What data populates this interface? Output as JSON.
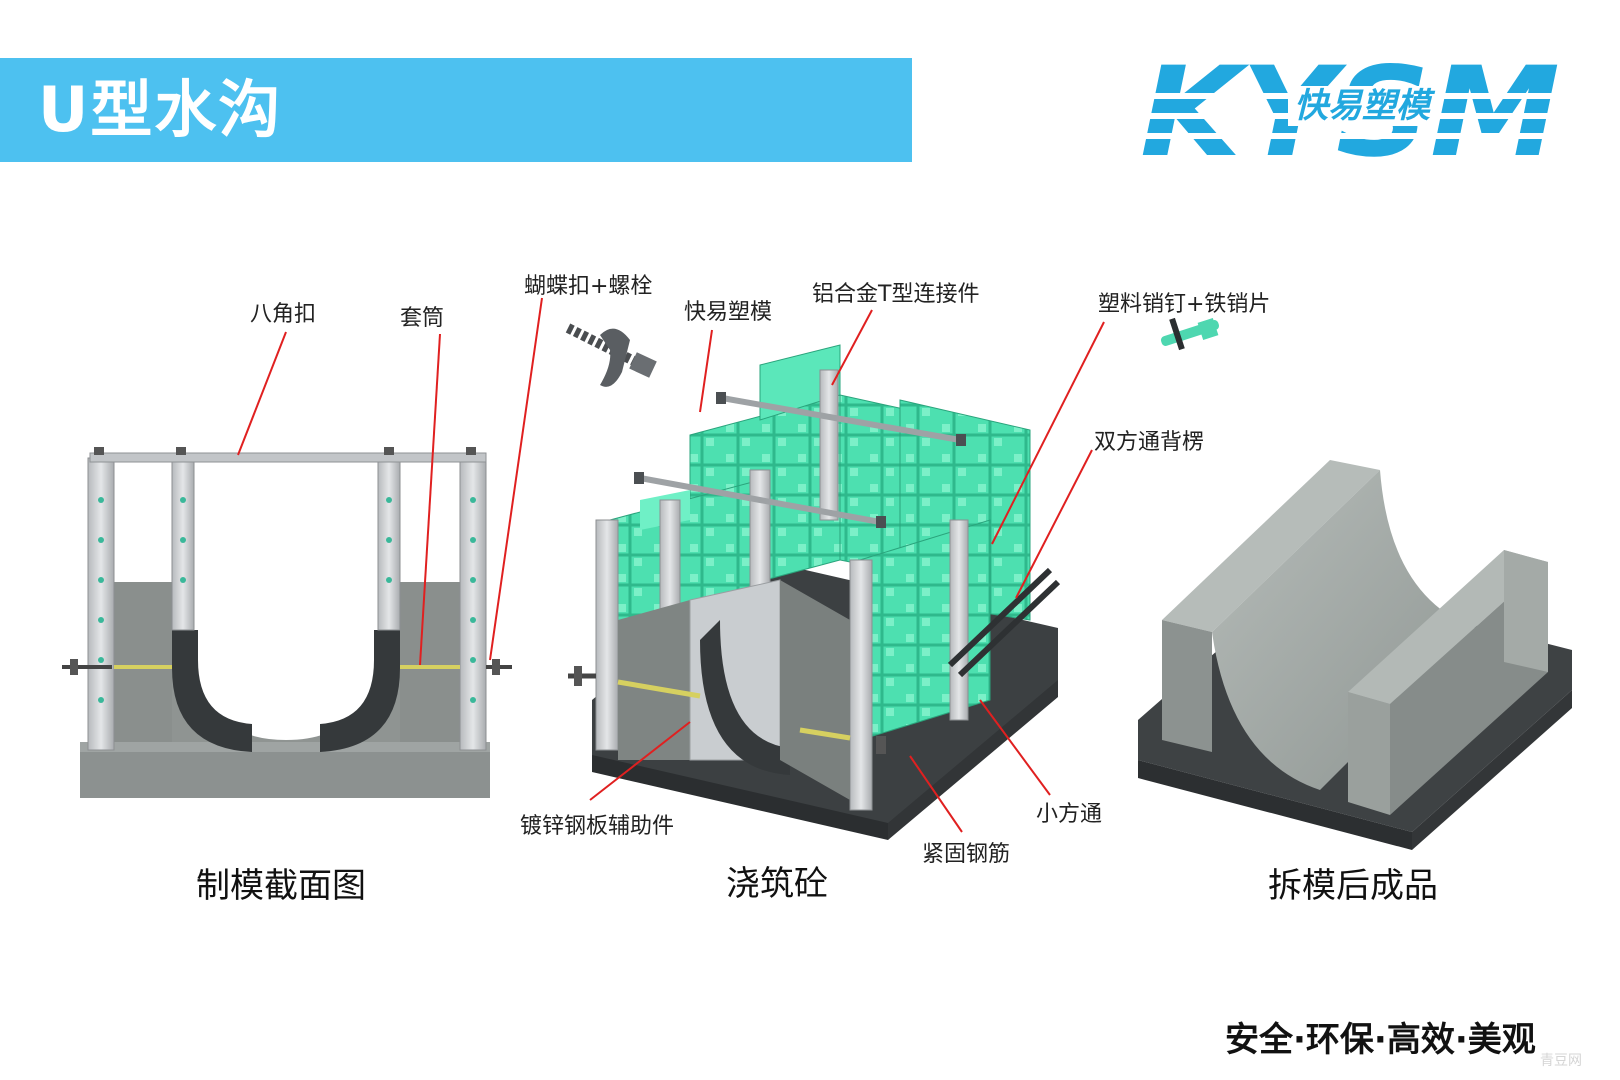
{
  "header": {
    "title": "U型水沟"
  },
  "logo": {
    "wordmark": "KYSM",
    "subtitle": "快易塑模"
  },
  "labels": {
    "octagon_clip": "八角扣",
    "sleeve": "套筒",
    "butterfly_bolt": "蝴蝶扣+螺栓",
    "plastic_formwork": "快易塑模",
    "aluminum_t_connector": "铝合金T型连接件",
    "plastic_pin_iron": "塑料销钉+铁销片",
    "double_square_tube": "双方通背楞",
    "galvanized_plate": "镀锌钢板辅助件",
    "small_square_tube": "小方通",
    "fastening_rebar": "紧固钢筋"
  },
  "captions": {
    "section": "制模截面图",
    "pouring": "浇筑砼",
    "product": "拆模后成品"
  },
  "slogan": "安全·环保·高效·美观",
  "watermark": "青豆网",
  "colors": {
    "banner": "#4dc1f0",
    "logo": "#22a8df",
    "formwork": "#4de0b0",
    "leader": "#e02020",
    "concrete": "#9aa09d",
    "base": "#404446"
  }
}
